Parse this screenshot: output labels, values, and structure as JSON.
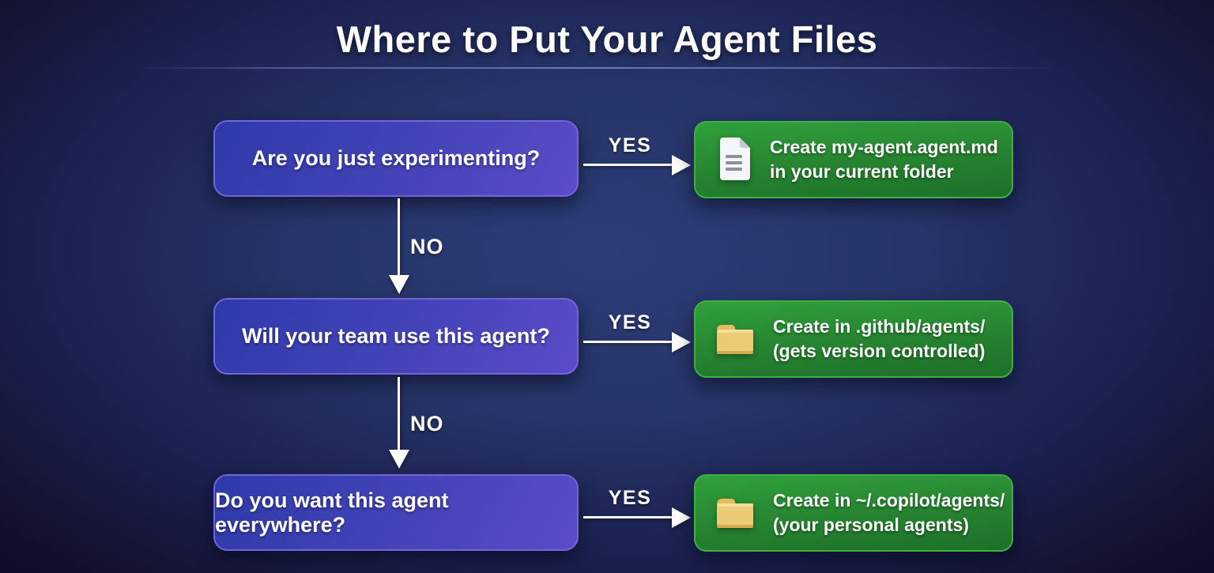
{
  "title": "Where to Put Your Agent Files",
  "colors": {
    "background_center": "#2c3d78",
    "background_edge": "#0f0e28",
    "question_box_start": "#2e3aa9",
    "question_box_end": "#5b4cc9",
    "question_border": "#7265da",
    "answer_box_start": "#30a03c",
    "answer_box_end": "#1c7028",
    "answer_border": "#40ae40",
    "arrow": "#ffffff",
    "folder_icon": "#ecc56f",
    "document_icon": "#f4f6f8"
  },
  "flow": {
    "yes_label": "YES",
    "no_label": "NO",
    "rows": [
      {
        "question": "Are you just experimenting?",
        "icon": "document-icon",
        "answer_line1": "Create my-agent.agent.md",
        "answer_line2": "in your current folder"
      },
      {
        "question": "Will your team use this agent?",
        "icon": "folder-icon",
        "answer_line1": "Create in .github/agents/",
        "answer_line2": "(gets version controlled)"
      },
      {
        "question": "Do you want this agent everywhere?",
        "icon": "folder-icon",
        "answer_line1": "Create in ~/.copilot/agents/",
        "answer_line2": "(your personal agents)"
      }
    ]
  }
}
